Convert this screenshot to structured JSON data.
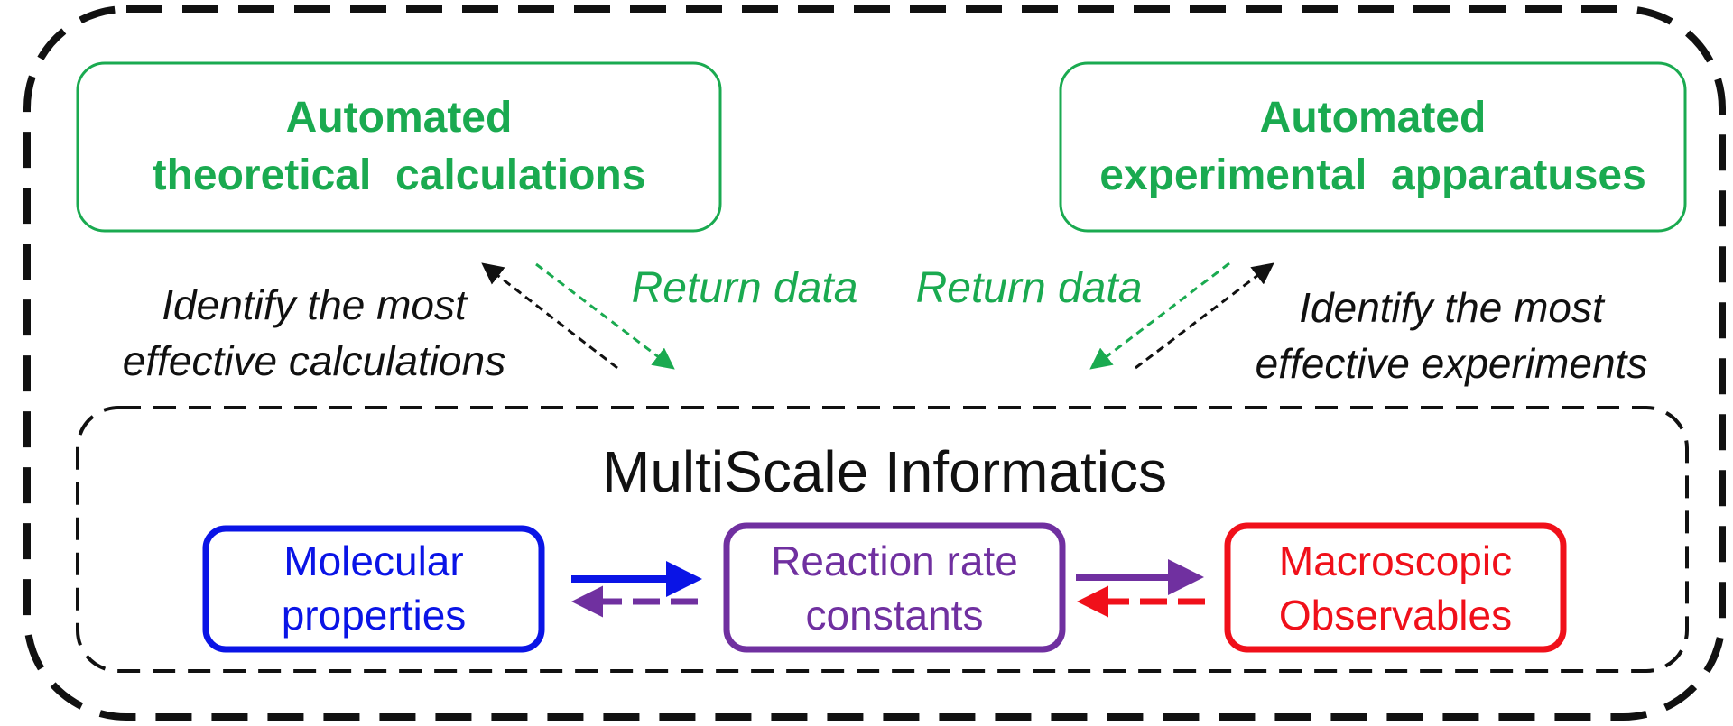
{
  "colors": {
    "green": "#1aaa50",
    "blue": "#0a14e6",
    "purple": "#7030a0",
    "red": "#f0101a",
    "black": "#111111"
  },
  "outer_frame": {
    "border": "dashed"
  },
  "theory_box": {
    "line1": "Automated",
    "line2": "theoretical  calculations"
  },
  "experiment_box": {
    "line1": "Automated",
    "line2": "experimental  apparatuses"
  },
  "left_annotation": {
    "line1": "Identify the most",
    "line2": "effective calculations"
  },
  "right_annotation": {
    "line1": "Identify the most",
    "line2": "effective experiments"
  },
  "return_left": "Return data",
  "return_right": "Return data",
  "msi": {
    "title": "MultiScale Informatics",
    "boxes": [
      {
        "line1": "Molecular",
        "line2": "properties"
      },
      {
        "line1": "Reaction rate",
        "line2": "constants"
      },
      {
        "line1": "Macroscopic",
        "line2": "Observables"
      }
    ]
  }
}
